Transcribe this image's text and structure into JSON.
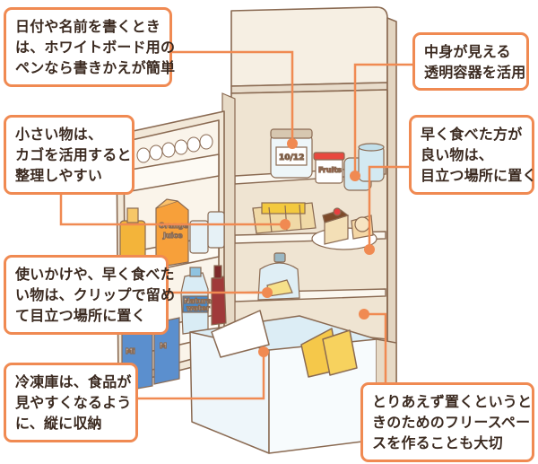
{
  "callouts": {
    "date_labels": [
      "日付や名前を書くとき",
      "は、ホワイトボード用の",
      "ペンなら書きかえが簡単"
    ],
    "clear_containers": [
      "中身が見える",
      "透明容器を活用"
    ],
    "small_items": [
      "小さい物は、",
      "カゴを活用すると",
      "整理しやすい"
    ],
    "eat_soon": [
      "早く食べた方が",
      "良い物は、",
      "目立つ場所に置く"
    ],
    "clip_items": [
      "使いかけや、早く食べた",
      "い物は、クリップで留め",
      "て目立つ場所に置く"
    ],
    "freezer": [
      "冷凍庫は、食品が",
      "見やすくなるよう",
      "に、縦に収納"
    ],
    "free_space": [
      "とりあえず置くというと",
      "きのためのフリースペー",
      "スを作ることも大切"
    ]
  },
  "product_labels": {
    "jar_date": "10/12",
    "fruits_jar": "Fruits",
    "juice_line1": "Orange",
    "juice_line2": "Juice",
    "water_line1": "Natural M",
    "water_line2": "water",
    "milk_left": "Mi",
    "milk_right": "M"
  },
  "colors": {
    "accent": "#f08a52",
    "fridge_body": "#f6efe3",
    "fridge_outline": "#8a6a52",
    "text": "#3b2a20"
  }
}
